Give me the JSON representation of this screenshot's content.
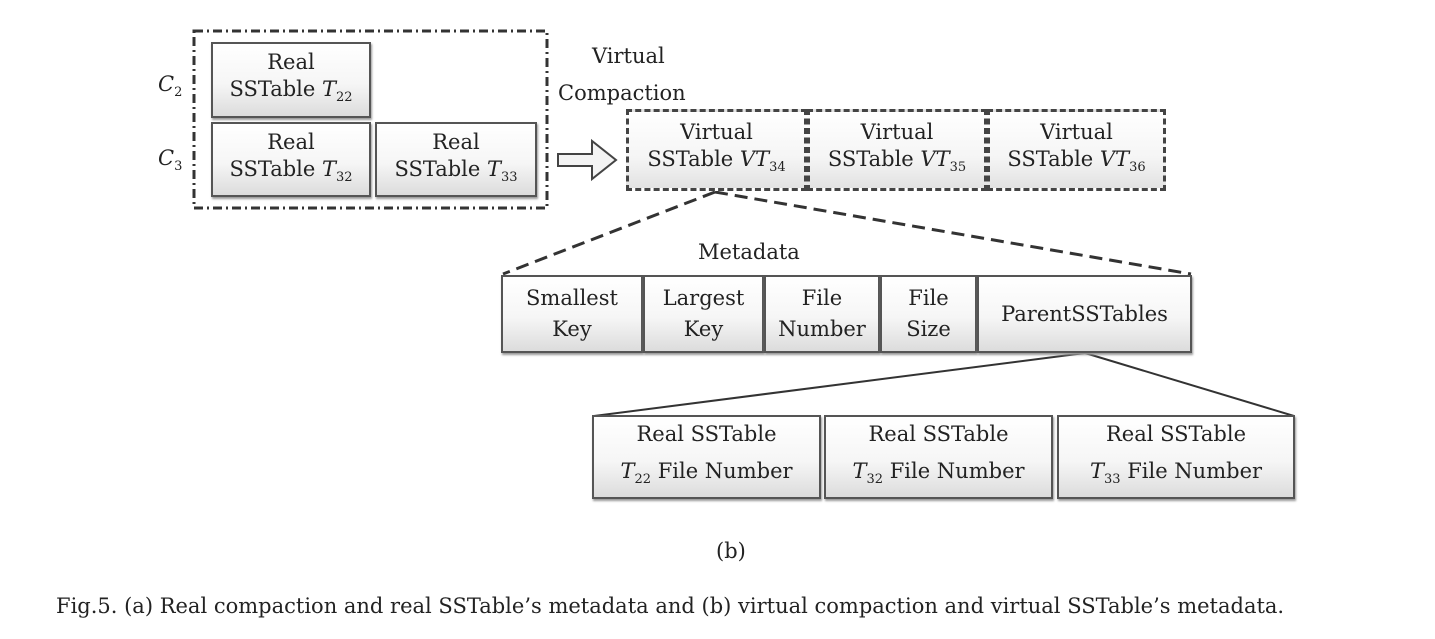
{
  "level_labels": {
    "c2": "C",
    "c2_sub": "2",
    "c3": "C",
    "c3_sub": "3"
  },
  "real_sstables": [
    {
      "line1": "Real",
      "line2_prefix": "SSTable ",
      "sym": "T",
      "sub": "22"
    },
    {
      "line1": "Real",
      "line2_prefix": "SSTable ",
      "sym": "T",
      "sub": "32"
    },
    {
      "line1": "Real",
      "line2_prefix": "SSTable ",
      "sym": "T",
      "sub": "33"
    }
  ],
  "virtual_compaction_label": {
    "line1": "Virtual",
    "line2": "Compaction"
  },
  "virtual_sstables": [
    {
      "line1": "Virtual",
      "line2_prefix": "SSTable ",
      "sym": "VT",
      "sub": "34"
    },
    {
      "line1": "Virtual",
      "line2_prefix": "SSTable ",
      "sym": "VT",
      "sub": "35"
    },
    {
      "line1": "Virtual",
      "line2_prefix": "SSTable ",
      "sym": "VT",
      "sub": "36"
    }
  ],
  "metadata_label": "Metadata",
  "metadata_fields": [
    {
      "line1": "Smallest",
      "line2": "Key"
    },
    {
      "line1": "Largest",
      "line2": "Key"
    },
    {
      "line1": "File",
      "line2": "Number"
    },
    {
      "line1": "File",
      "line2": "Size"
    },
    {
      "line1": "ParentSSTables",
      "line2": ""
    }
  ],
  "parent_sstables": [
    {
      "line1": "Real SSTable",
      "sym": "T",
      "sub": "22",
      "suffix": "File Number"
    },
    {
      "line1": "Real SSTable",
      "sym": "T",
      "sub": "32",
      "suffix": "File Number"
    },
    {
      "line1": "Real SSTable",
      "sym": "T",
      "sub": "33",
      "suffix": "File Number"
    }
  ],
  "subfig_label": "(b)",
  "caption": "Fig.5. (a) Real compaction and real SSTable’s metadata and (b) virtual compaction and virtual SSTable’s metadata."
}
